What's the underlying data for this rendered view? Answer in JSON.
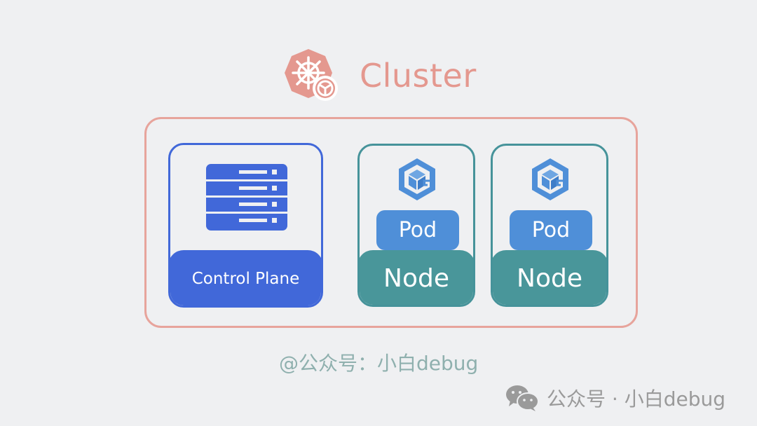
{
  "diagram": {
    "title": "Cluster",
    "colors": {
      "cluster": "#e4988f",
      "control_plane": "#4168d9",
      "node": "#49969a",
      "pod": "#4f8fd8",
      "background": "#eff0f2"
    },
    "control_plane": {
      "label": "Control Plane",
      "icon": "server-rack-icon"
    },
    "nodes": [
      {
        "label": "Node",
        "pod_label": "Pod",
        "icon": "pod-cube-icon"
      },
      {
        "label": "Node",
        "pod_label": "Pod",
        "icon": "pod-cube-icon"
      }
    ],
    "watermark": "@公众号：小白debug",
    "footer": {
      "icon": "wechat-icon",
      "text": "公众号 · 小白debug"
    }
  }
}
